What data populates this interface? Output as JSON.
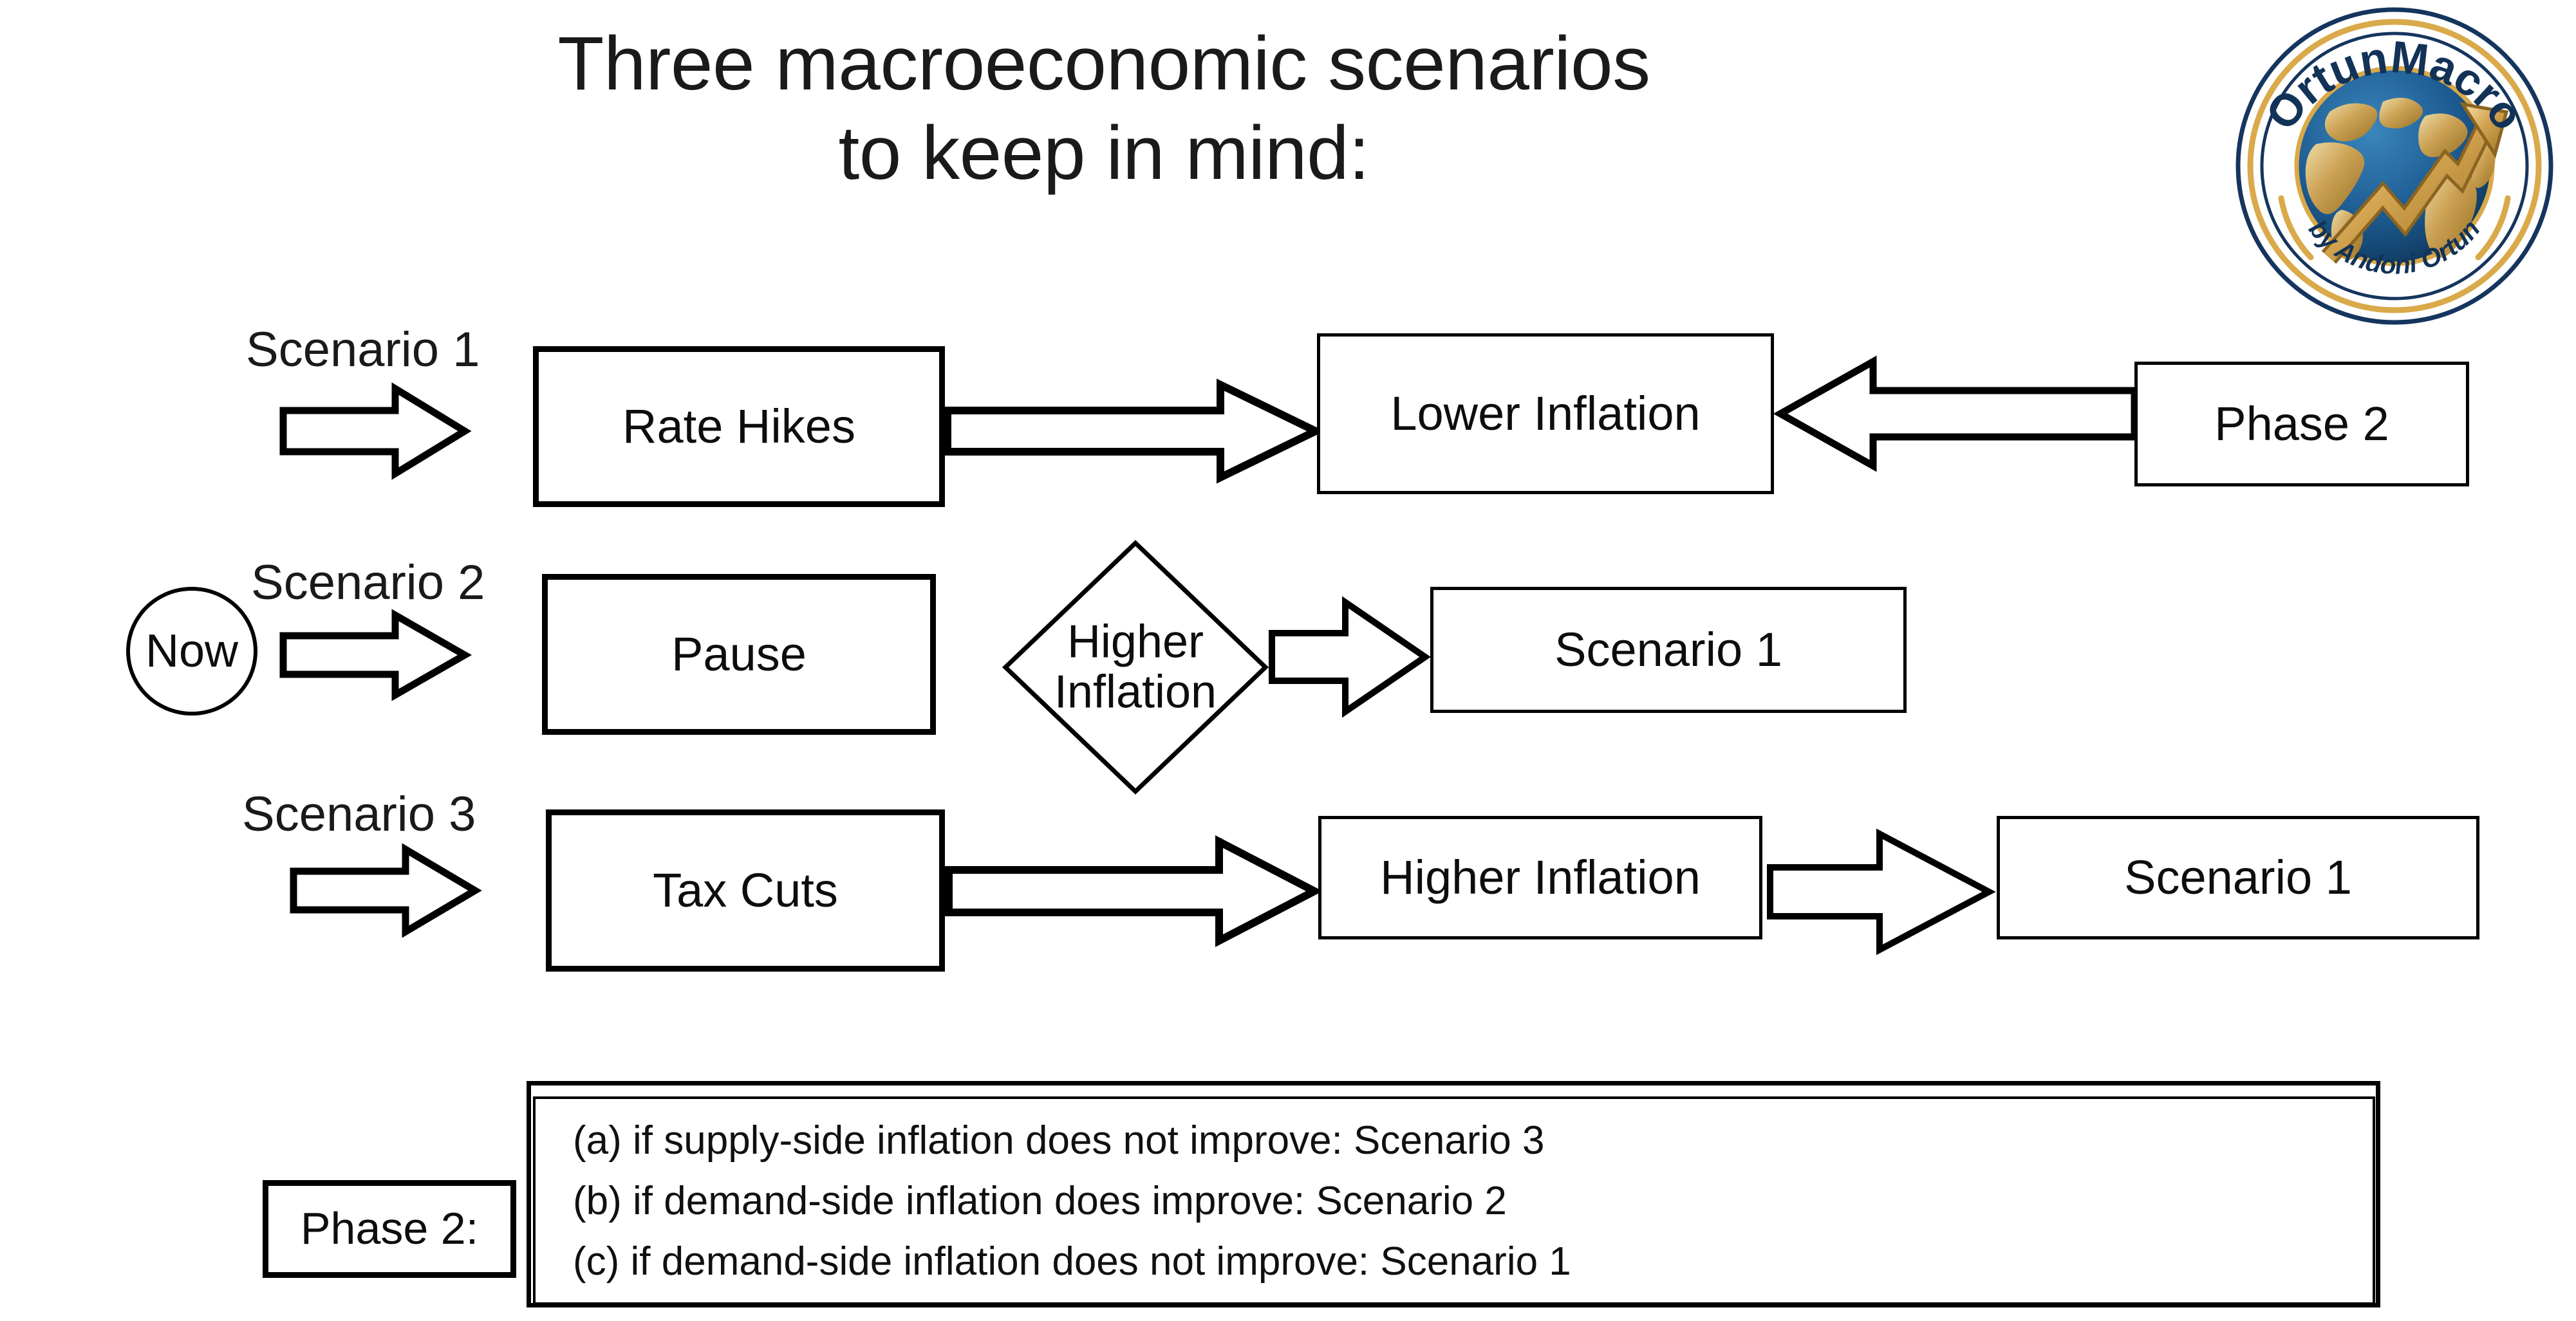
{
  "slide": {
    "title": "Three macroeconomic scenarios\nto keep in mind:",
    "background_color": "#ffffff",
    "ink_color": "#000000"
  },
  "logo": {
    "brand": "OrtunMacro",
    "byline": "by Andoni Ortun",
    "icon": "globe-with-rising-arrow",
    "colors": {
      "ring_navy": "#15355e",
      "ring_gold": "#d9a94a",
      "globe_blue": "#1d5c92",
      "land_gold": "#d3a451",
      "text_navy": "#123257"
    }
  },
  "scenarios": [
    {
      "id": "scenario-1",
      "label": "Scenario 1",
      "start_arrow": "arrow-right",
      "nodes": [
        {
          "name": "rate-hikes",
          "text": "Rate Hikes",
          "shape": "rectangle"
        },
        {
          "name": "lower-inflation",
          "text": "Lower Inflation",
          "shape": "rectangle"
        },
        {
          "name": "phase-2",
          "text": "Phase 2",
          "shape": "rectangle"
        }
      ],
      "connectors": [
        "arrow-right",
        "arrow-left"
      ]
    },
    {
      "id": "scenario-2",
      "label": "Scenario 2",
      "marker": "Now",
      "start_arrow": "arrow-right",
      "nodes": [
        {
          "name": "pause",
          "text": "Pause",
          "shape": "rectangle"
        },
        {
          "name": "higher-inflation-decision",
          "text": "Higher\nInflation",
          "shape": "diamond"
        },
        {
          "name": "scenario-1-result",
          "text": "Scenario 1",
          "shape": "rectangle"
        }
      ],
      "connectors": [
        "arrow-right"
      ]
    },
    {
      "id": "scenario-3",
      "label": "Scenario 3",
      "start_arrow": "arrow-right",
      "nodes": [
        {
          "name": "tax-cuts",
          "text": "Tax Cuts",
          "shape": "rectangle"
        },
        {
          "name": "higher-inflation",
          "text": "Higher Inflation",
          "shape": "rectangle"
        },
        {
          "name": "scenario-1-result",
          "text": "Scenario 1",
          "shape": "rectangle"
        }
      ],
      "connectors": [
        "arrow-right",
        "arrow-right"
      ]
    }
  ],
  "legend": {
    "key_label": "Phase 2:",
    "lines": [
      "(a) if supply-side inflation does not improve: Scenario 3",
      "(b) if demand-side inflation does improve: Scenario 2",
      "(c) if demand-side inflation does not improve: Scenario 1"
    ]
  }
}
